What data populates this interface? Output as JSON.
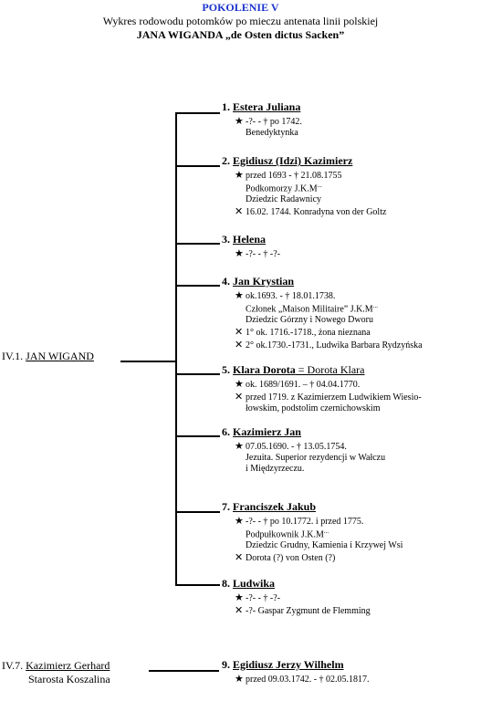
{
  "header": {
    "title": "POKOLENIE V",
    "subtitle": "Wykres rodowodu potomków po mieczu antenata linii polskiej",
    "name_line": "JANA WIGANDA „de Osten dictus Sacken”"
  },
  "parent1": {
    "num": "IV.1.",
    "name": "JAN WIGAND"
  },
  "parent2": {
    "num": "IV.7.",
    "name": "Kazimierz Gerhard",
    "title": "Starosta Koszalina"
  },
  "symbols": {
    "birth": "★",
    "death": "†",
    "marriage": "✕"
  },
  "children": [
    {
      "num": "1.",
      "name": "Estera Juliana",
      "lines": [
        {
          "sym": "birth",
          "text": "-?-  -  † po 1742."
        },
        {
          "sym": "",
          "text": "Benedyktynka"
        }
      ]
    },
    {
      "num": "2.",
      "name": "Egidiusz (Idzi) Kazimierz",
      "lines": [
        {
          "sym": "birth",
          "text": "przed 1693  - † 21.08.1755"
        },
        {
          "sym": "",
          "text": "Podkomorzy  J.K.M",
          "sup": "..."
        },
        {
          "sym": "",
          "text": "Dziedzic Radawnicy"
        },
        {
          "sym": "marriage",
          "text": "16.02. 1744. Konradyna von der Goltz"
        }
      ]
    },
    {
      "num": "3.",
      "name": "Helena",
      "lines": [
        {
          "sym": "birth",
          "text": "-?-   -  † -?-"
        }
      ]
    },
    {
      "num": "4.",
      "name": "Jan Krystian",
      "lines": [
        {
          "sym": "birth",
          "text": "ok.1693. - † 18.01.1738."
        },
        {
          "sym": "",
          "text": "Członek „Maison Militaire” J.K.M",
          "sup": "..."
        },
        {
          "sym": "",
          "text": "Dziedzic Górzny i Nowego Dworu"
        },
        {
          "sym": "marriage",
          "text": "1° ok. 1716.-1718., żona nieznana"
        },
        {
          "sym": "marriage",
          "text": "2° ok.1730.-1731., Ludwika Barbara Rydzyńska"
        }
      ]
    },
    {
      "num": "5.",
      "name": "Klara Dorota",
      "alt": " = Dorota Klara",
      "lines": [
        {
          "sym": "birth",
          "text": "ok. 1689/1691. – † 04.04.1770."
        },
        {
          "sym": "marriage",
          "text": "przed 1719. z Kazimierzem Ludwikiem Wiesio-"
        },
        {
          "sym": "",
          "text": "łowskim, podstolim czernichowskim"
        }
      ]
    },
    {
      "num": "6.",
      "name": "Kazimierz Jan",
      "lines": [
        {
          "sym": "birth",
          "text": "07.05.1690. -  † 13.05.1754."
        },
        {
          "sym": "",
          "text": "Jezuita. Superior rezydencji w Wałczu"
        },
        {
          "sym": "",
          "text": "i Międzyrzeczu."
        }
      ]
    },
    {
      "num": "7.",
      "name": "Franciszek Jakub",
      "lines": [
        {
          "sym": "birth",
          "text": "-?-  -  † po 10.1772. i przed 1775."
        },
        {
          "sym": "",
          "text": "Podpułkownik J.K.M",
          "sup": "..."
        },
        {
          "sym": "",
          "text": "Dziedzic Grudny, Kamienia i Krzywej Wsi"
        },
        {
          "sym": "marriage",
          "text": "Dorota (?) von Osten (?)"
        }
      ]
    },
    {
      "num": "8.",
      "name": "Ludwika",
      "lines": [
        {
          "sym": "birth",
          "text": "-?- - † -?-"
        },
        {
          "sym": "marriage",
          "text": "-?- Gaspar Zygmunt de Flemming"
        }
      ]
    },
    {
      "num": "9.",
      "name": "Egidiusz Jerzy Wilhelm",
      "lines": [
        {
          "sym": "birth",
          "text": "przed 09.03.1742.  -  † 02.05.1817."
        }
      ]
    }
  ]
}
